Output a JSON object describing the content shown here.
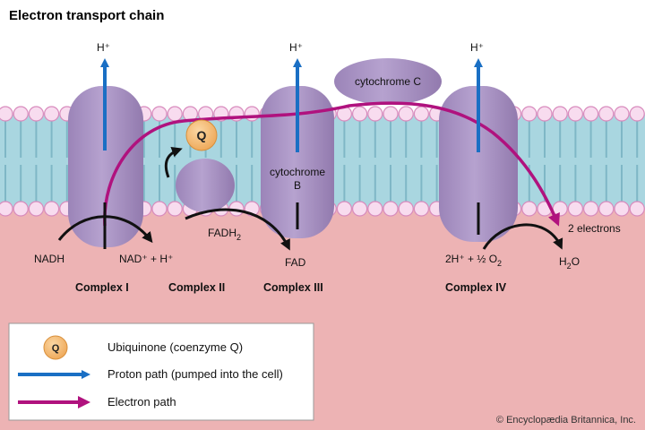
{
  "title": "Electron transport chain",
  "protons": {
    "h1": "H⁺",
    "h3": "H⁺",
    "h4": "H⁺"
  },
  "labels": {
    "cytochrome_c": "cytochrome C",
    "cytochrome_b_line1": "cytochrome",
    "cytochrome_b_line2": "B",
    "q": "Q",
    "nadh": "NADH",
    "nad": "NAD⁺ + H⁺",
    "fadh2": "FADH",
    "fadh2_sub": "2",
    "fad": "FAD",
    "two_h": "2H⁺ + ½ O",
    "two_h_sub": "2",
    "two_electrons": "2 electrons",
    "h2o_h": "H",
    "h2o_sub": "2",
    "h2o_o": "O"
  },
  "complexes": {
    "c1": "Complex I",
    "c2": "Complex II",
    "c3": "Complex III",
    "c4": "Complex IV"
  },
  "legend": {
    "q_symbol": "Q",
    "ubiquinone": "Ubiquinone (coenzyme Q)",
    "proton_path": "Proton path (pumped into the cell)",
    "electron_path": "Electron path"
  },
  "copyright": "© Encyclopædia Britannica, Inc.",
  "colors": {
    "background_top": "#ffffff",
    "matrix": "#edb3b4",
    "membrane_core": "#a9d6e0",
    "lipid_head": "#f8dcef",
    "complex": "#a994c2",
    "ubiquinone": "#f5bc77",
    "proton_arrow": "#1a6fc4",
    "electron_arrow": "#b0127e"
  }
}
